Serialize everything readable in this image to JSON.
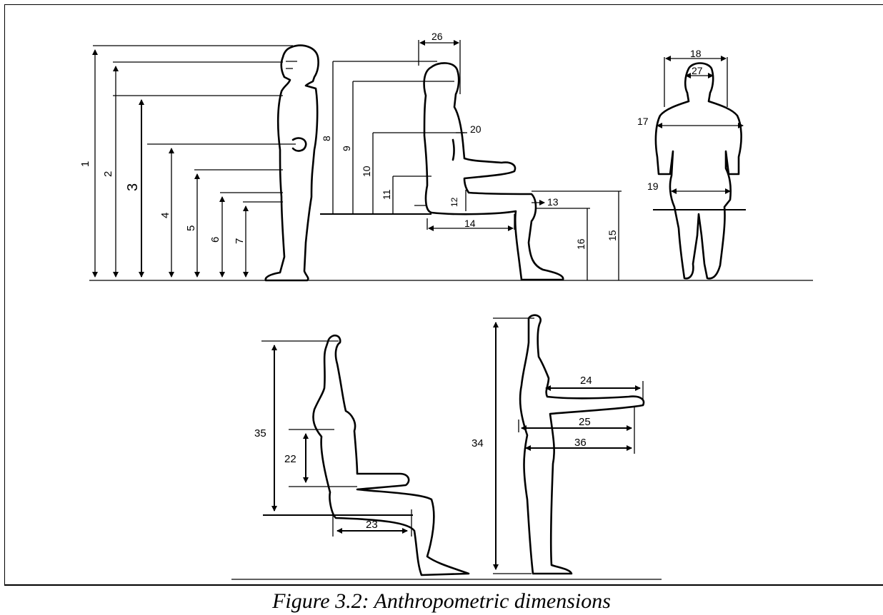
{
  "caption": "Figure 3.2: Anthropometric dimensions",
  "labels": {
    "d1": "1",
    "d2": "2",
    "d3": "3",
    "d4": "4",
    "d5": "5",
    "d6": "6",
    "d7": "7",
    "d8": "8",
    "d9": "9",
    "d10": "10",
    "d11": "11",
    "d12": "12",
    "d13": "13",
    "d14": "14",
    "d15": "15",
    "d16": "16",
    "d17": "17",
    "d18": "18",
    "d19": "19",
    "d20": "20",
    "d22": "22",
    "d23": "23",
    "d24": "24",
    "d25": "25",
    "d26": "26",
    "d27": "27",
    "d34": "34",
    "d35": "35",
    "d36": "36"
  }
}
